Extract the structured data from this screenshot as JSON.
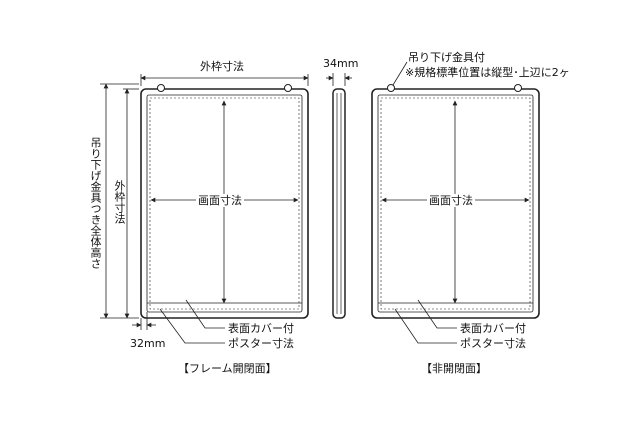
{
  "left": {
    "outer_width": "外枠寸法",
    "screen_size": "画面寸法",
    "overall_height": "吊り下げ金具つき全体高さ",
    "outer_height": "外枠寸法",
    "surface_cover": "表面カバー付",
    "poster_size": "ポスター寸法",
    "margin": "32mm",
    "caption": "【フレーム開閉面】"
  },
  "side": {
    "depth": "34mm"
  },
  "right": {
    "hook": "吊り下げ金具付",
    "hook_note": "※規格標準位置は縦型･上辺に2ヶ",
    "screen_size": "画面寸法",
    "surface_cover": "表面カバー付",
    "poster_size": "ポスター寸法",
    "caption": "【非開閉面】"
  },
  "colors": {
    "line": "#222222",
    "frame": "#333333"
  }
}
